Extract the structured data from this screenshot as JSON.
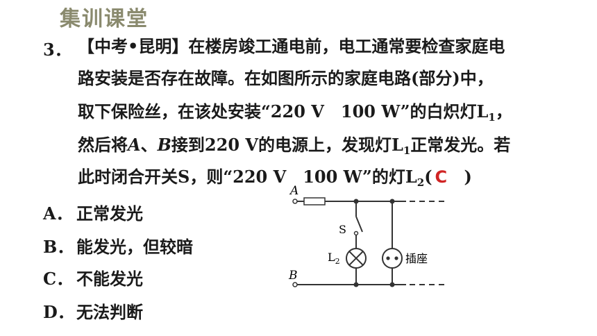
{
  "header": {
    "title": "集训课堂"
  },
  "question": {
    "number": "3．",
    "line1": "【中考•昆明】在楼房竣工通电前，电工通常要检查家庭电",
    "line2": "路安装是否存在故障。在如图所示的家庭电路(部分)中，",
    "line3_a": "取下保险丝，在该处安装“220 V　100 W”的白炽灯L",
    "line3_sub": "1",
    "line3_b": "，",
    "line4_a": "然后将",
    "line4_A": "A",
    "line4_b": "、",
    "line4_B": "B",
    "line4_c": "接到220 V的电源上，发现灯L",
    "line4_sub": "1",
    "line4_d": "正常发光。若",
    "line5_a": "此时闭合开关S，则“220 V　100 W”的灯L",
    "line5_sub": "2",
    "line5_b": "(",
    "line5_c": ")",
    "answer": "C"
  },
  "options": [
    {
      "letter": "A．",
      "text": "正常发光"
    },
    {
      "letter": "B．",
      "text": "能发光，但较暗"
    },
    {
      "letter": "C．",
      "text": "不能发光"
    },
    {
      "letter": "D．",
      "text": "无法判断"
    }
  ],
  "circuit": {
    "terminal_a": "A",
    "terminal_b": "B",
    "switch_label": "S",
    "lamp_label": "L",
    "lamp_sub": "2",
    "socket_label": "插座"
  },
  "colors": {
    "title": "#8a8a6e",
    "answer": "#d02424",
    "text": "#1a1a1a"
  }
}
